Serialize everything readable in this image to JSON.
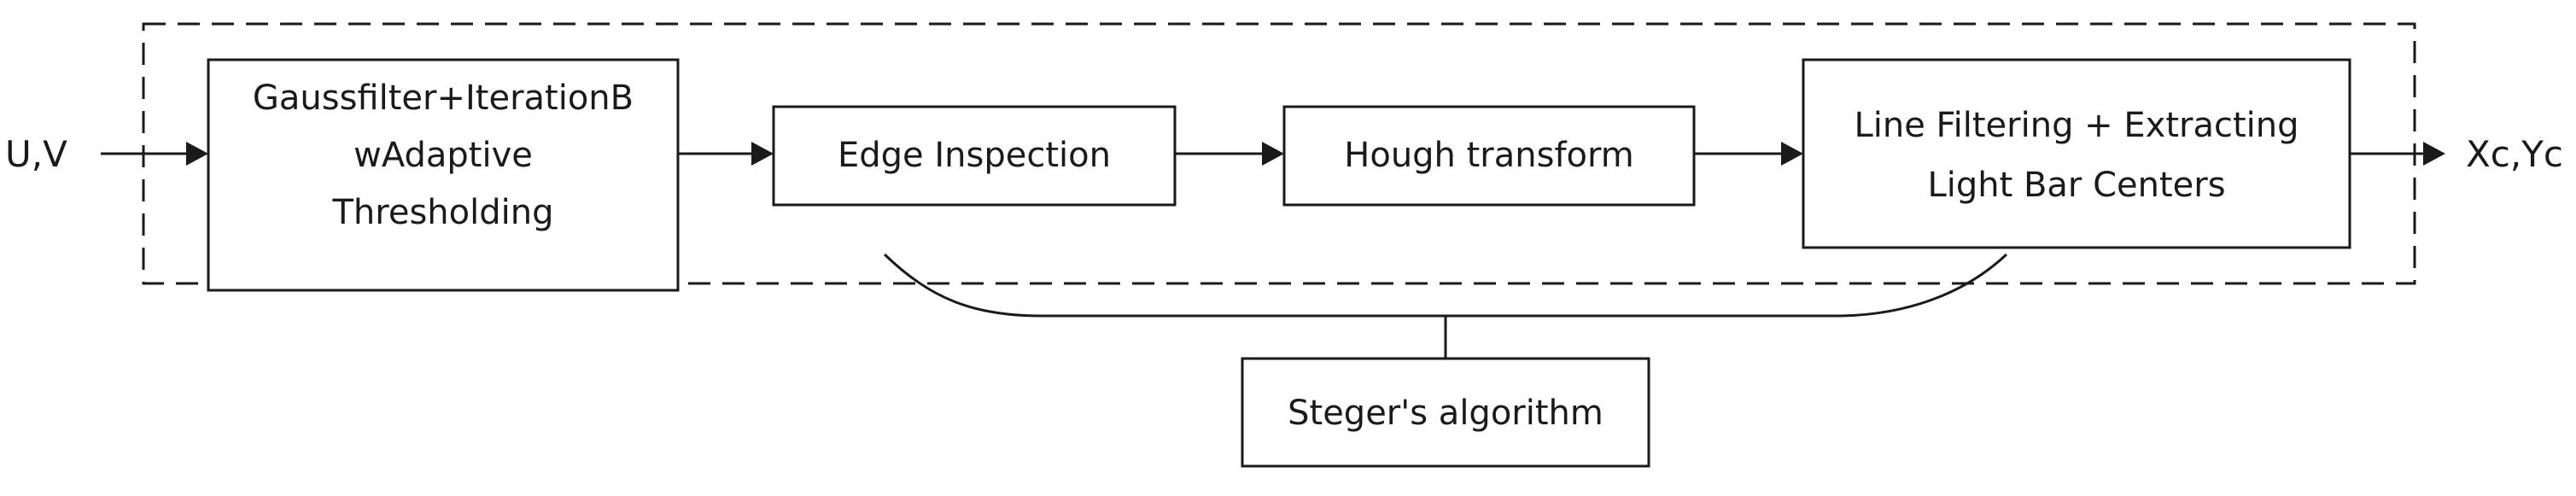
{
  "input_label": "U,V",
  "output_label": "Xc,Yc",
  "steps": [
    {
      "lines": [
        "Gaussfilter+IterationB",
        "wAdaptive",
        "Thresholding"
      ]
    },
    {
      "lines": [
        "Edge Inspection"
      ]
    },
    {
      "lines": [
        "Hough transform"
      ]
    },
    {
      "lines": [
        "Line Filtering + Extracting",
        "Light Bar Centers"
      ]
    }
  ],
  "bottom_step": {
    "label": "Steger's algorithm"
  }
}
